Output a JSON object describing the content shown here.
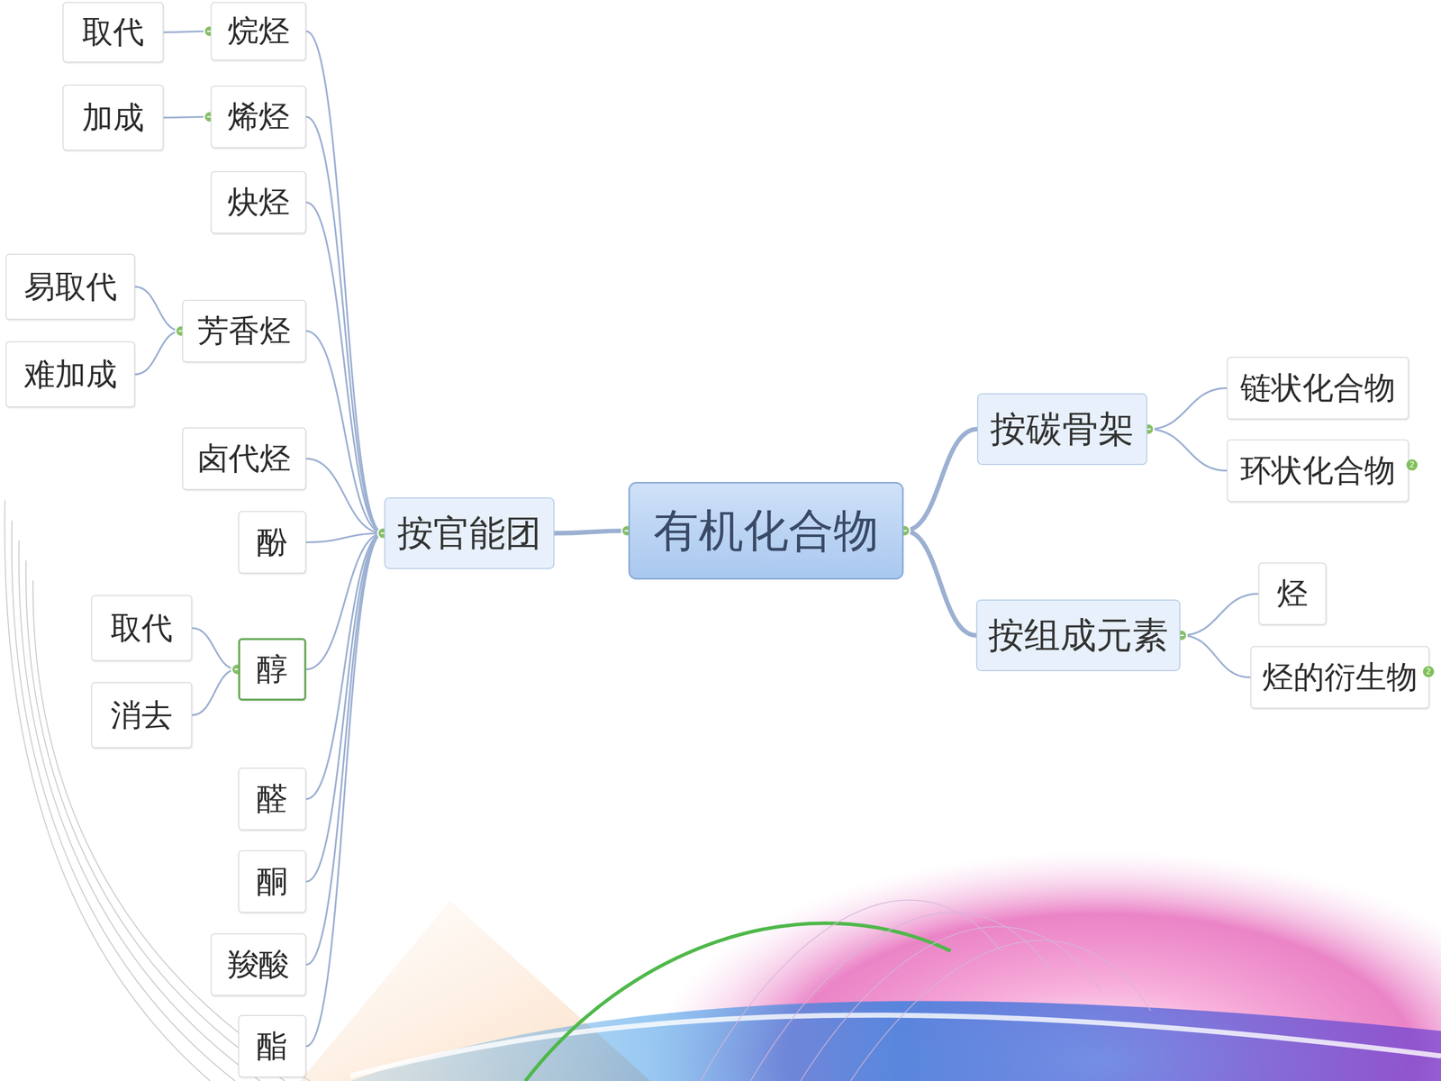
{
  "diagram": {
    "nodes": [
      {
        "text": [
          "有机化合物"
        ]
      },
      {
        "text": [
          "按官能团"
        ]
      },
      {
        "text": [
          "烷烃"
        ]
      },
      {
        "text": [
          "取代"
        ]
      },
      {
        "text": [
          "烯烃"
        ]
      },
      {
        "text": [
          "加成"
        ]
      },
      {
        "text": [
          "炔烃"
        ]
      },
      {
        "text": [
          "芳香烃"
        ]
      },
      {
        "text": [
          "易取代"
        ]
      },
      {
        "text": [
          "难加成"
        ]
      },
      {
        "text": [
          "卤代烃"
        ]
      },
      {
        "text": [
          "酚"
        ]
      },
      {
        "text": [
          "醇"
        ]
      },
      {
        "text": [
          "取代"
        ]
      },
      {
        "text": [
          "消去"
        ]
      },
      {
        "text": [
          "醛"
        ]
      },
      {
        "text": [
          "酮"
        ]
      },
      {
        "text": [
          "羧酸"
        ]
      },
      {
        "text": [
          "酯"
        ]
      },
      {
        "text": [
          "按碳骨架"
        ]
      },
      {
        "text": [
          "链状化合物"
        ]
      },
      {
        "text": [
          "环状化合物"
        ]
      },
      {
        "text": [
          "按组成元素"
        ]
      },
      {
        "text": [
          "烃"
        ]
      },
      {
        "text": [
          "烃的衍生物"
        ]
      }
    ],
    "edges": [
      {
        "from": 0,
        "to": 1,
        "arrow": "none"
      },
      {
        "from": 1,
        "to": 2,
        "arrow": "none"
      },
      {
        "from": 2,
        "to": 3,
        "arrow": "none"
      },
      {
        "from": 1,
        "to": 4,
        "arrow": "none"
      },
      {
        "from": 4,
        "to": 5,
        "arrow": "none"
      },
      {
        "from": 1,
        "to": 6,
        "arrow": "none"
      },
      {
        "from": 1,
        "to": 7,
        "arrow": "none"
      },
      {
        "from": 7,
        "to": 8,
        "arrow": "none"
      },
      {
        "from": 7,
        "to": 9,
        "arrow": "none"
      },
      {
        "from": 1,
        "to": 10,
        "arrow": "none"
      },
      {
        "from": 1,
        "to": 11,
        "arrow": "none"
      },
      {
        "from": 1,
        "to": 12,
        "arrow": "none"
      },
      {
        "from": 12,
        "to": 13,
        "arrow": "none"
      },
      {
        "from": 12,
        "to": 14,
        "arrow": "none"
      },
      {
        "from": 1,
        "to": 15,
        "arrow": "none"
      },
      {
        "from": 1,
        "to": 16,
        "arrow": "none"
      },
      {
        "from": 1,
        "to": 17,
        "arrow": "none"
      },
      {
        "from": 1,
        "to": 18,
        "arrow": "none"
      },
      {
        "from": 0,
        "to": 19,
        "arrow": "none"
      },
      {
        "from": 19,
        "to": 20,
        "arrow": "none"
      },
      {
        "from": 19,
        "to": 21,
        "arrow": "none"
      },
      {
        "from": 0,
        "to": 22,
        "arrow": "none"
      },
      {
        "from": 22,
        "to": 23,
        "arrow": "none"
      },
      {
        "from": 22,
        "to": 24,
        "arrow": "none"
      }
    ],
    "labels": [
      "2",
      "2"
    ]
  }
}
